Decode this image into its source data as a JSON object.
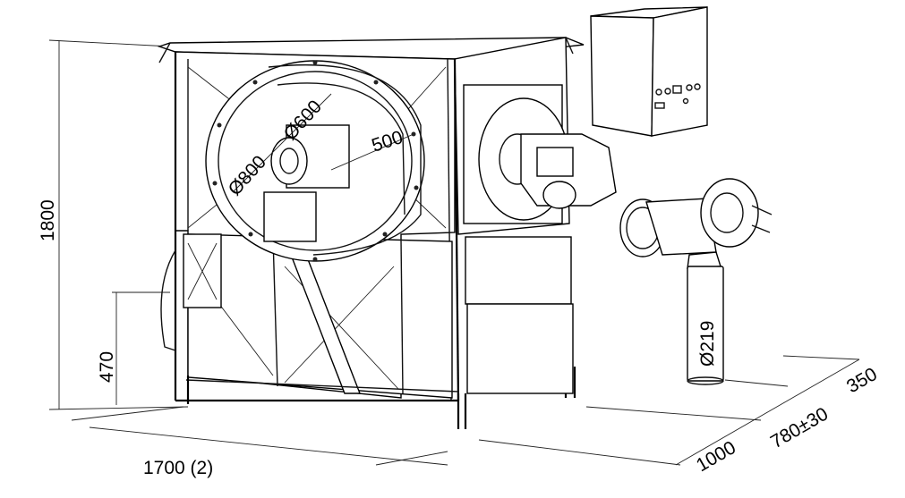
{
  "dimensions": {
    "height": "1800",
    "leg_height": "470",
    "length": "1700 (2)",
    "width": "1000",
    "burner_offset": "780±30",
    "flue_offset": "350",
    "fan_inner_dia": "Ø600",
    "fan_outer_dia": "Ø800",
    "fan_depth": "500",
    "flue_dia": "Ø219"
  }
}
